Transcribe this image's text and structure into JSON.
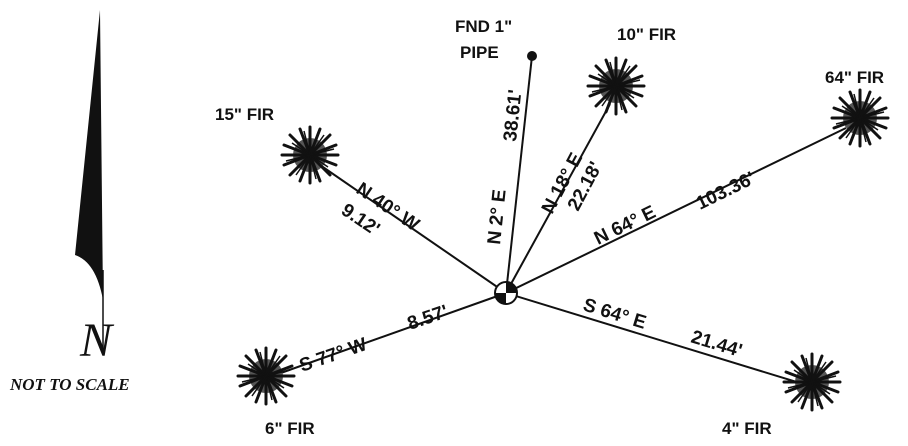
{
  "north_arrow": {
    "letter": "N",
    "note": "NOT TO SCALE"
  },
  "monument": {
    "label_line1": "FND 1\"",
    "label_line2": "PIPE",
    "bearing": "N 2° E",
    "distance": "38.61'"
  },
  "trees": [
    {
      "id": "tree-10in",
      "label": "10\" FIR",
      "bearing": "N 18° E",
      "distance": "22.18'"
    },
    {
      "id": "tree-64in",
      "label": "64\" FIR",
      "bearing": "N 64° E",
      "distance": "103.36'"
    },
    {
      "id": "tree-15in",
      "label": "15\" FIR",
      "bearing": "N 40° W",
      "distance": "9.12'"
    },
    {
      "id": "tree-6in",
      "label": "6\" FIR",
      "bearing": "S 77° W",
      "distance": "8.57'"
    },
    {
      "id": "tree-4in",
      "label": "4\" FIR",
      "bearing": "S 64° E",
      "distance": "21.44'"
    }
  ],
  "colors": {
    "ink": "#111111",
    "tree_center": "#555555"
  }
}
